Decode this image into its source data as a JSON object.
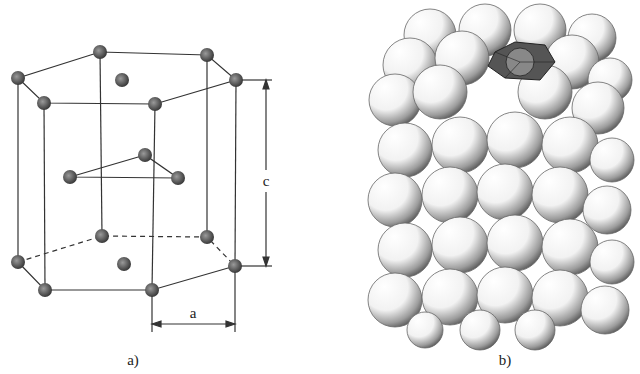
{
  "diagram": {
    "labels": [
      "c",
      "a",
      "a)",
      "b)"
    ]
  }
}
